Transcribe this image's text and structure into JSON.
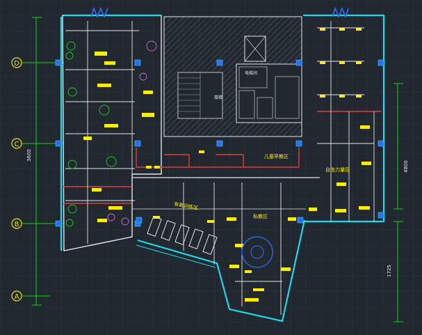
{
  "canvas": {
    "background": "#212830",
    "colors": {
      "grid": "#2b343e",
      "wall": "#e6e6e6",
      "cyan": "#1fd8e8",
      "yellow": "#ffec00",
      "red": "#e23c3c",
      "blue": "#2f6dff",
      "green": "#15d01b",
      "magenta": "#c76ac7",
      "hatch": "#5b6470",
      "axis_bubble": "#f2e000"
    }
  },
  "axes": {
    "left": [
      {
        "id": "D",
        "label": "D"
      },
      {
        "id": "C",
        "label": "C"
      },
      {
        "id": "B",
        "label": "B"
      },
      {
        "id": "A",
        "label": "A"
      }
    ]
  },
  "dimensions": {
    "left_total": "3600",
    "right_upper": "4800",
    "right_lower": "1725"
  },
  "zones": {
    "core_label_1": "电梯间",
    "core_label_2": "楼梯",
    "kids_label": "儿童早教区",
    "free_strength_label": "自由力量区",
    "cardio_label": "有氧训练区",
    "stretch_label": "私教区"
  },
  "icons": {
    "north_bump": "wall-notch-icon",
    "column": "column-icon",
    "equipment": "equipment-icon"
  }
}
